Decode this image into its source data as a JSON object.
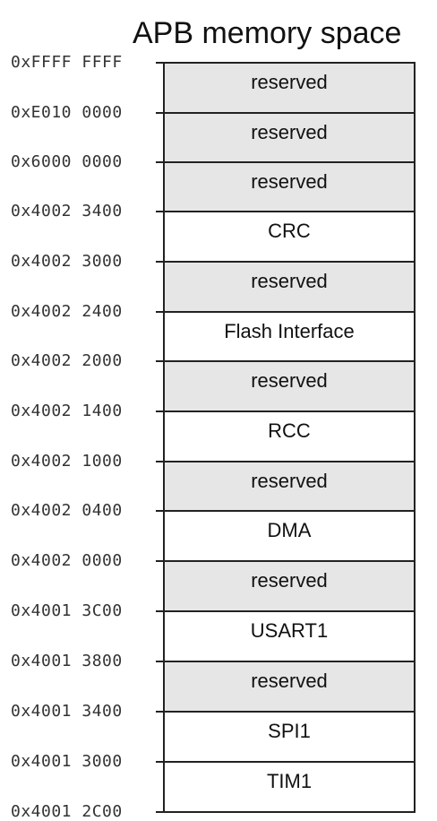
{
  "title": "APB memory space",
  "colors": {
    "reserved_fill": "#e6e6e6",
    "peripheral_fill": "#ffffff",
    "border": "#222222",
    "address_text": "#333333"
  },
  "regions": [
    {
      "label": "reserved",
      "type": "reserved"
    },
    {
      "label": "reserved",
      "type": "reserved"
    },
    {
      "label": "reserved",
      "type": "reserved"
    },
    {
      "label": "CRC",
      "type": "peripheral"
    },
    {
      "label": "reserved",
      "type": "reserved"
    },
    {
      "label": "Flash Interface",
      "type": "peripheral"
    },
    {
      "label": "reserved",
      "type": "reserved"
    },
    {
      "label": "RCC",
      "type": "peripheral"
    },
    {
      "label": "reserved",
      "type": "reserved"
    },
    {
      "label": "DMA",
      "type": "peripheral"
    },
    {
      "label": "reserved",
      "type": "reserved"
    },
    {
      "label": "USART1",
      "type": "peripheral"
    },
    {
      "label": "reserved",
      "type": "reserved"
    },
    {
      "label": "SPI1",
      "type": "peripheral"
    },
    {
      "label": "TIM1",
      "type": "peripheral"
    }
  ],
  "addresses": [
    "0xFFFF FFFF",
    "0xE010 0000",
    "0x6000 0000",
    "0x4002 3400",
    "0x4002 3000",
    "0x4002 2400",
    "0x4002 2000",
    "0x4002 1400",
    "0x4002 1000",
    "0x4002 0400",
    "0x4002 0000",
    "0x4001 3C00",
    "0x4001 3800",
    "0x4001 3400",
    "0x4001 3000",
    "0x4001 2C00"
  ]
}
